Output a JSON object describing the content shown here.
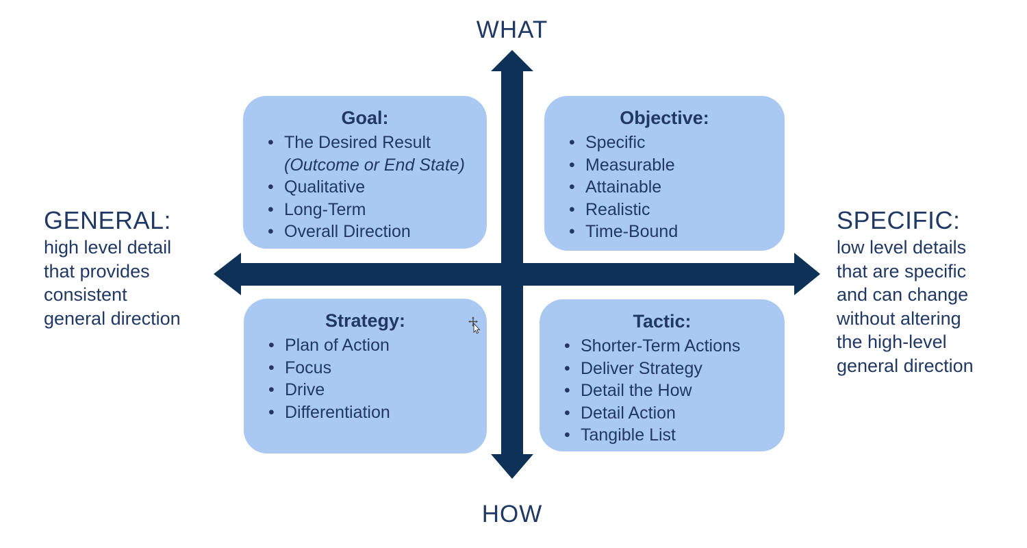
{
  "title": "Goal vs Objective vs Strategy vs Tactic quadrant diagram",
  "colors": {
    "background": "#FFFFFF",
    "axis": "#0E3158",
    "box_fill": "#A9C9F2",
    "text": "#1F3864"
  },
  "axes": {
    "top_label": "WHAT",
    "bottom_label": "HOW",
    "left": {
      "title": "GENERAL:",
      "lines": [
        "high level detail",
        "that provides",
        "consistent",
        "general direction"
      ]
    },
    "right": {
      "title": "SPECIFIC:",
      "lines": [
        "low level details",
        "that are specific",
        "and can change",
        "without altering",
        "the high-level",
        "general direction"
      ]
    },
    "arrow_icons": [
      "vertical-double-arrow-icon",
      "horizontal-double-arrow-icon"
    ]
  },
  "quadrants": [
    {
      "title": "Goal:",
      "items": [
        "The Desired Result",
        "(Outcome or End State)",
        "Qualitative",
        "Long-Term",
        "Overall Direction"
      ]
    },
    {
      "title": "Objective:",
      "items": [
        "Specific",
        "Measurable",
        "Attainable",
        "Realistic",
        "Time-Bound"
      ]
    },
    {
      "title": "Strategy:",
      "items": [
        "Plan of Action",
        "Focus",
        "Drive",
        "Differentiation"
      ]
    },
    {
      "title": "Tactic:",
      "items": [
        "Shorter-Term Actions",
        "Deliver Strategy",
        "Detail the How",
        "Detail Action",
        "Tangible List"
      ]
    }
  ],
  "cursor": {
    "icon": "move-cursor"
  }
}
